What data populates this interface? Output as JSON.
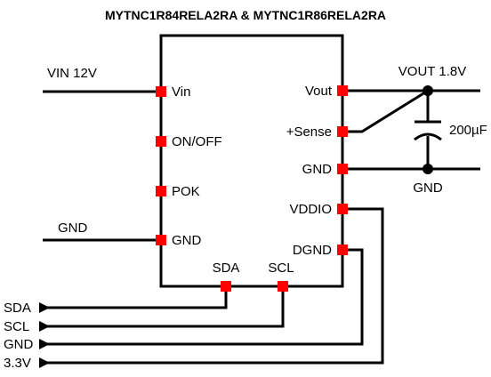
{
  "title": "MYTNC1R84RELA2RA & MYTNC1R86RELA2RA",
  "left_pins": [
    "Vin",
    "ON/OFF",
    "POK",
    "GND"
  ],
  "right_pins": [
    "Vout",
    "+Sense",
    "GND",
    "VDDIO",
    "DGND"
  ],
  "bottom_pins": [
    "SDA",
    "SCL"
  ],
  "external": {
    "vin": "VIN 12V",
    "gnd_left": "GND",
    "vout": "VOUT 1.8V",
    "cap": "200µF",
    "gnd_right": "GND"
  },
  "bus": [
    "SDA",
    "SCL",
    "GND",
    "3.3V"
  ],
  "colors": {
    "pin": "#ff0000",
    "wire": "#000000"
  }
}
